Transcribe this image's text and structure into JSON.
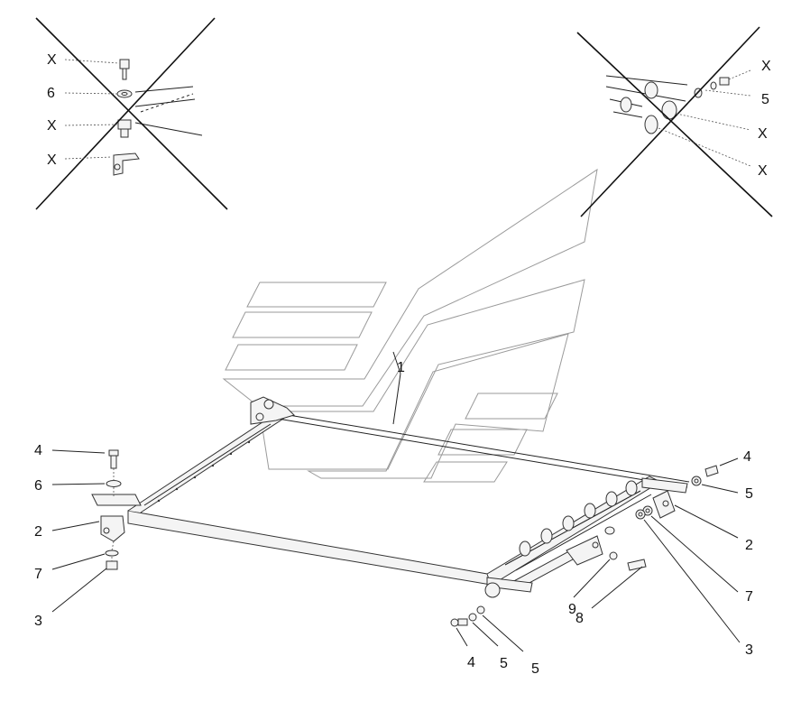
{
  "callouts": {
    "tl_x1": "X",
    "tl_6": "6",
    "tl_x2": "X",
    "tl_x3": "X",
    "tr_x1": "X",
    "tr_5": "5",
    "tr_x2": "X",
    "tr_x3": "X",
    "main_1": "1",
    "left_4": "4",
    "left_6": "6",
    "left_2": "2",
    "left_7": "7",
    "left_3": "3",
    "right_4": "4",
    "right_5": "5",
    "right_2": "2",
    "right_7": "7",
    "right_3": "3",
    "bot_9": "9",
    "bot_8": "8",
    "bot_4": "4",
    "bot_5a": "5",
    "bot_5b": "5"
  },
  "colors": {
    "line": "#222222",
    "watermark": "#9a9a9a",
    "background": "#ffffff"
  }
}
